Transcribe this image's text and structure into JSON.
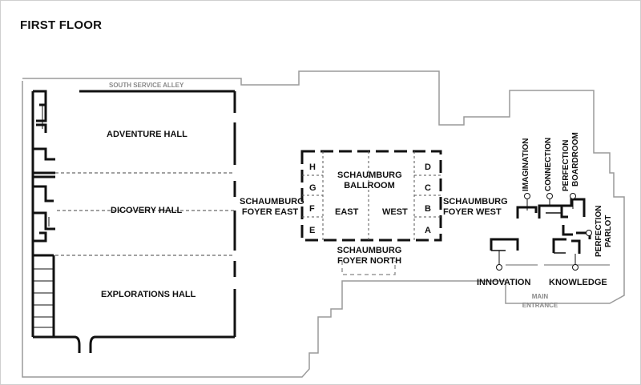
{
  "title": "FIRST FLOOR",
  "halls": {
    "adventure": "ADVENTURE HALL",
    "discovery": "DICOVERY HALL",
    "explorations": "EXPLORATIONS HALL"
  },
  "alley": "SOUTH SERVICE ALLEY",
  "foyers": {
    "east": [
      "SCHAUMBURG",
      "FOYER EAST"
    ],
    "west": [
      "SCHAUMBURG",
      "FOYER WEST"
    ],
    "north": [
      "SCHAUMBURG",
      "FOYER NORTH"
    ]
  },
  "ballroom": {
    "name": [
      "SCHAUMBURG",
      "BALLROOM"
    ],
    "east": "EAST",
    "west": "WEST",
    "left_sections": [
      "H",
      "G",
      "F",
      "E"
    ],
    "right_sections": [
      "D",
      "C",
      "B",
      "A"
    ]
  },
  "meeting_rooms": {
    "imagination": "IMAGINATION",
    "connection": "CONNECTION",
    "boardroom": [
      "PERFECTION",
      "BOARDROOM"
    ],
    "parlor": [
      "PERFECTION",
      "PARLOT"
    ],
    "innovation": "INNOVATION",
    "knowledge": "KNOWLEDGE"
  },
  "entrance": [
    "MAIN",
    "ENTRANCE"
  ],
  "colors": {
    "walls": "#111111",
    "outline": "#9a9a9a",
    "text": "#111111"
  }
}
